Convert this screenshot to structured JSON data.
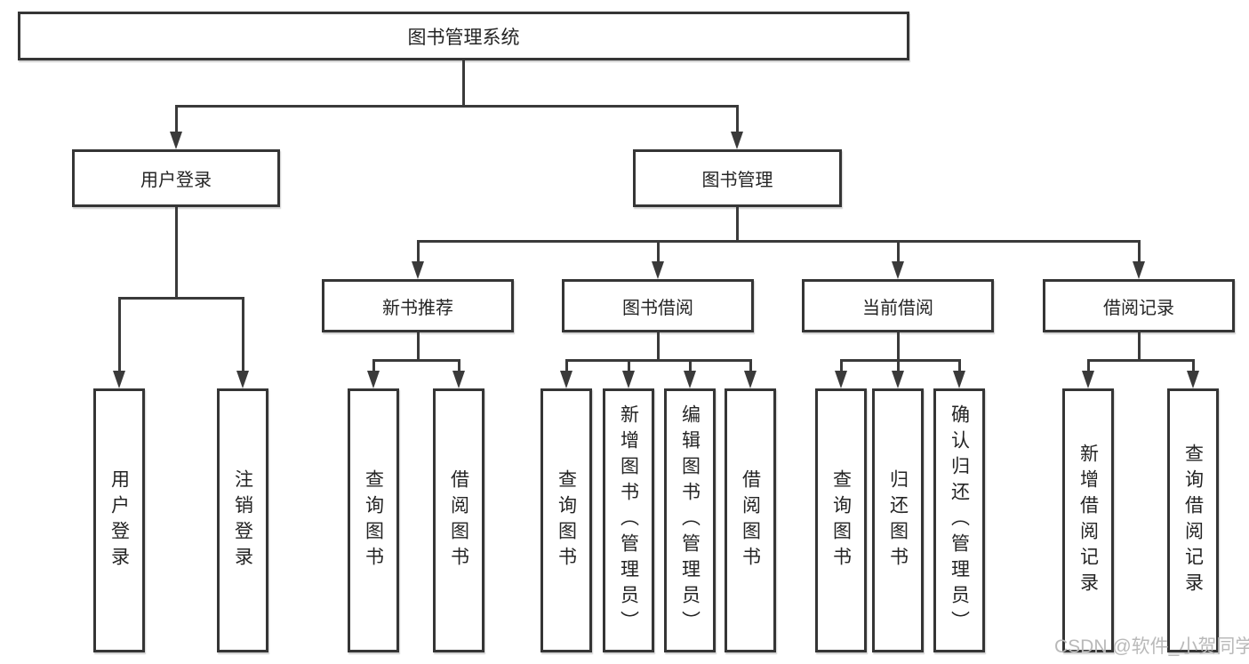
{
  "diagram": {
    "title": "图书管理系统",
    "branches": {
      "user_login": {
        "label": "用户登录",
        "children": [
          "用户登录",
          "注销登录"
        ]
      },
      "book_mgmt": {
        "label": "图书管理",
        "sections": [
          {
            "label": "新书推荐",
            "children": [
              "查询图书",
              "借阅图书"
            ]
          },
          {
            "label": "图书借阅",
            "children": [
              "查询图书",
              "新增图书（管理员）",
              "编辑图书（管理员）",
              "借阅图书"
            ]
          },
          {
            "label": "当前借阅",
            "children": [
              "查询图书",
              "归还图书",
              "确认归还（管理员）"
            ]
          },
          {
            "label": "借阅记录",
            "children": [
              "新增借阅记录",
              "查询借阅记录"
            ]
          }
        ]
      }
    }
  },
  "watermark": "CSDN @软件_小贺同学",
  "colors": {
    "line": "#3a3a3a",
    "box_border": "#353535",
    "box_fill": "#ffffff",
    "text": "#242424",
    "watermark_text": "#b9b9b9",
    "background": "#ffffff"
  }
}
